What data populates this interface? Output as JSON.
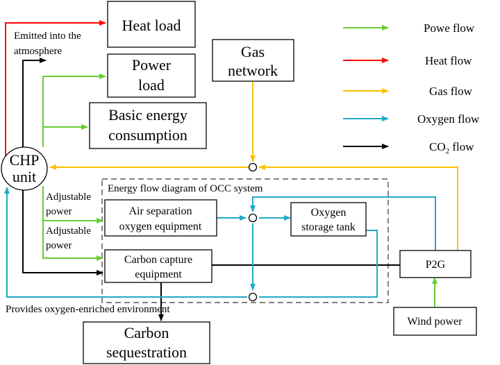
{
  "colors": {
    "power": "#66cc33",
    "heat": "#ff0000",
    "gas": "#ffc000",
    "oxygen": "#1fa8c8",
    "co2": "#000000"
  },
  "nodes": {
    "heat_load": "Heat load",
    "power_load": [
      "Power",
      "load"
    ],
    "gas_network": [
      "Gas",
      "network"
    ],
    "basic_energy": [
      "Basic energy",
      "consumption"
    ],
    "chp_unit": [
      "CHP",
      "unit"
    ],
    "air_separation": [
      "Air separation",
      "oxygen equipment"
    ],
    "oxygen_storage": [
      "Oxygen",
      "storage tank"
    ],
    "carbon_capture": [
      "Carbon capture",
      "equipment"
    ],
    "p2g": "P2G",
    "wind_power": "Wind power",
    "carbon_sequestration": [
      "Carbon",
      "sequestration"
    ]
  },
  "labels": {
    "emitted": [
      "Emitted into the",
      "atmosphere"
    ],
    "adjustable_power_1": [
      "Adjustable",
      "power"
    ],
    "adjustable_power_2": [
      "Adjustable",
      "power"
    ],
    "occ_title": "Energy flow diagram of OCC system",
    "provides_oxygen": "Provides oxygen-enriched environment"
  },
  "legend": [
    {
      "label": "Powe flow",
      "color_key": "power"
    },
    {
      "label": "Heat flow",
      "color_key": "heat"
    },
    {
      "label": "Gas flow",
      "color_key": "gas"
    },
    {
      "label": "Oxygen flow",
      "color_key": "oxygen"
    },
    {
      "label_main": "CO",
      "label_sub": "2",
      "label_tail": " flow",
      "color_key": "co2"
    }
  ]
}
